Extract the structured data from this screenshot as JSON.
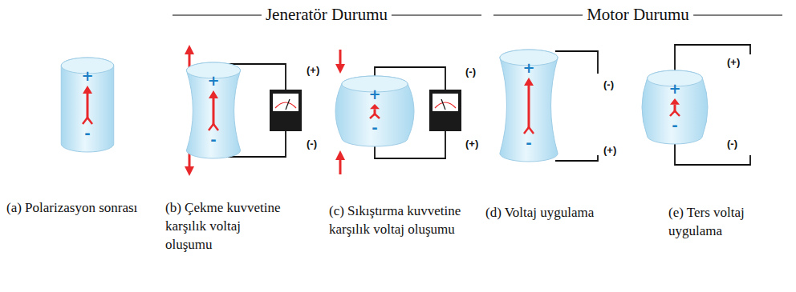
{
  "diagram": {
    "nodes": [
      {
        "text": [
          "+",
          "-"
        ]
      },
      {
        "text": [
          "+",
          "-"
        ]
      },
      {
        "text": [
          "+",
          "-"
        ]
      },
      {
        "text": [
          "+",
          "-"
        ]
      },
      {
        "text": [
          "+",
          "-"
        ]
      }
    ],
    "labels": [
      "Jeneratör Durumu",
      "Motor Durumu",
      "(+)",
      "(-)",
      "(-)",
      "(+)",
      "(-)",
      "(+)",
      "(+)",
      "(-)",
      "(a) Polarizasyon sonrası",
      "(b) Çekme kuvvetine karşılık voltaj oluşumu",
      "(c) Sıkıştırma kuvvetine karşılık voltaj oluşumu",
      "(d) Voltaj uygulama",
      "(e) Ters voltaj uygulama"
    ]
  }
}
